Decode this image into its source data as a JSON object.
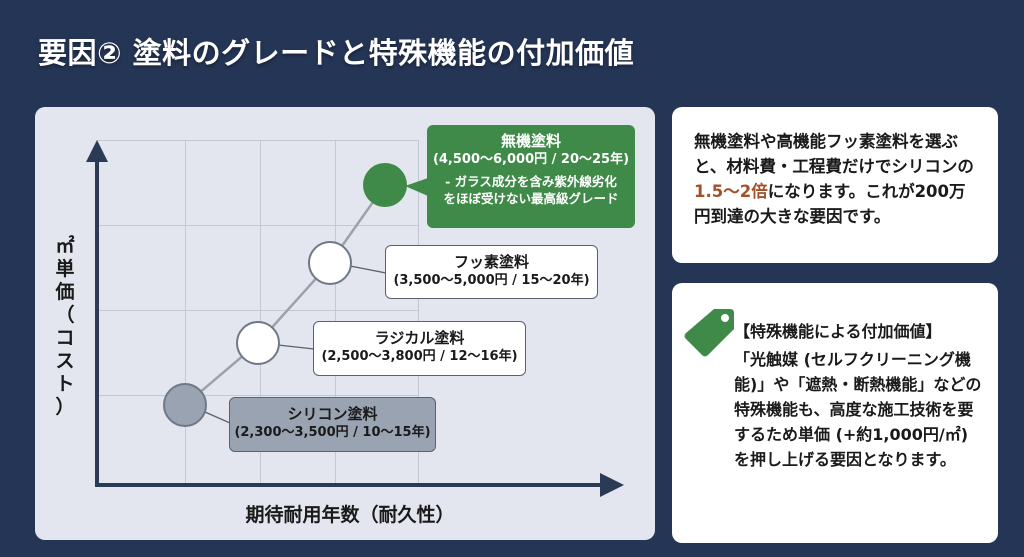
{
  "title": "要因② 塗料のグレードと特殊機能の付加価値",
  "chart": {
    "y_axis_label_parts": [
      "㎡",
      "単",
      "価",
      "（",
      "コ",
      "ス",
      "ト",
      "）"
    ],
    "x_axis_label": "期待耐用年数（耐久性）"
  },
  "chart_data": {
    "type": "scatter",
    "title": "塗料のグレードと特殊機能の付加価値",
    "xlabel": "期待耐用年数（耐久性）",
    "ylabel": "㎡単価（コスト）",
    "series": [
      {
        "name": "シリコン塗料",
        "price_range_yen_per_m2": [
          2300,
          3500
        ],
        "lifespan_years": [
          10,
          15
        ],
        "color": "#9aa3b1"
      },
      {
        "name": "ラジカル塗料",
        "price_range_yen_per_m2": [
          2500,
          3800
        ],
        "lifespan_years": [
          12,
          16
        ],
        "color": "#ffffff"
      },
      {
        "name": "フッ素塗料",
        "price_range_yen_per_m2": [
          3500,
          5000
        ],
        "lifespan_years": [
          15,
          20
        ],
        "color": "#ffffff"
      },
      {
        "name": "無機塗料",
        "price_range_yen_per_m2": [
          4500,
          6000
        ],
        "lifespan_years": [
          20,
          25
        ],
        "color": "#3f8a48"
      }
    ],
    "grid": true
  },
  "labels": {
    "inorganic": {
      "name": "無機塗料",
      "range": "(4,500〜6,000円 / 20〜25年)",
      "desc1": "- ガラス成分を含み紫外線劣化",
      "desc2": "をほぼ受けない最高級グレード"
    },
    "fluoro": {
      "name": "フッ素塗料",
      "range": "(3,500〜5,000円 / 15〜20年)"
    },
    "radical": {
      "name": "ラジカル塗料",
      "range": "(2,500〜3,800円 / 12〜16年)"
    },
    "silicone": {
      "name": "シリコン塗料",
      "range": "(2,300〜3,500円 / 10〜15年)"
    }
  },
  "card_top": {
    "text_before": "無機塗料や高機能フッ素塗料を選ぶと、材料費・工程費だけでシリコンの",
    "highlight": "1.5〜2倍",
    "text_after": "になります。これが200万円到達の大きな要因です。",
    "highlight_color": "#a2522a"
  },
  "card_bottom": {
    "icon": "price-tag-icon",
    "heading": "【特殊機能による付加価値】",
    "body": "「光触媒 (セルフクリーニング機能)」や「遮熱・断熱機能」などの特殊機能も、高度な施工技術を要するため単価 (+約1,000円/㎡) を押し上げる要因となります。"
  },
  "colors": {
    "background": "#253555",
    "panel": "#e3e6ee",
    "axis": "#2b3a55",
    "green": "#3f8a48",
    "silicone_gray": "#9aa3b1"
  }
}
